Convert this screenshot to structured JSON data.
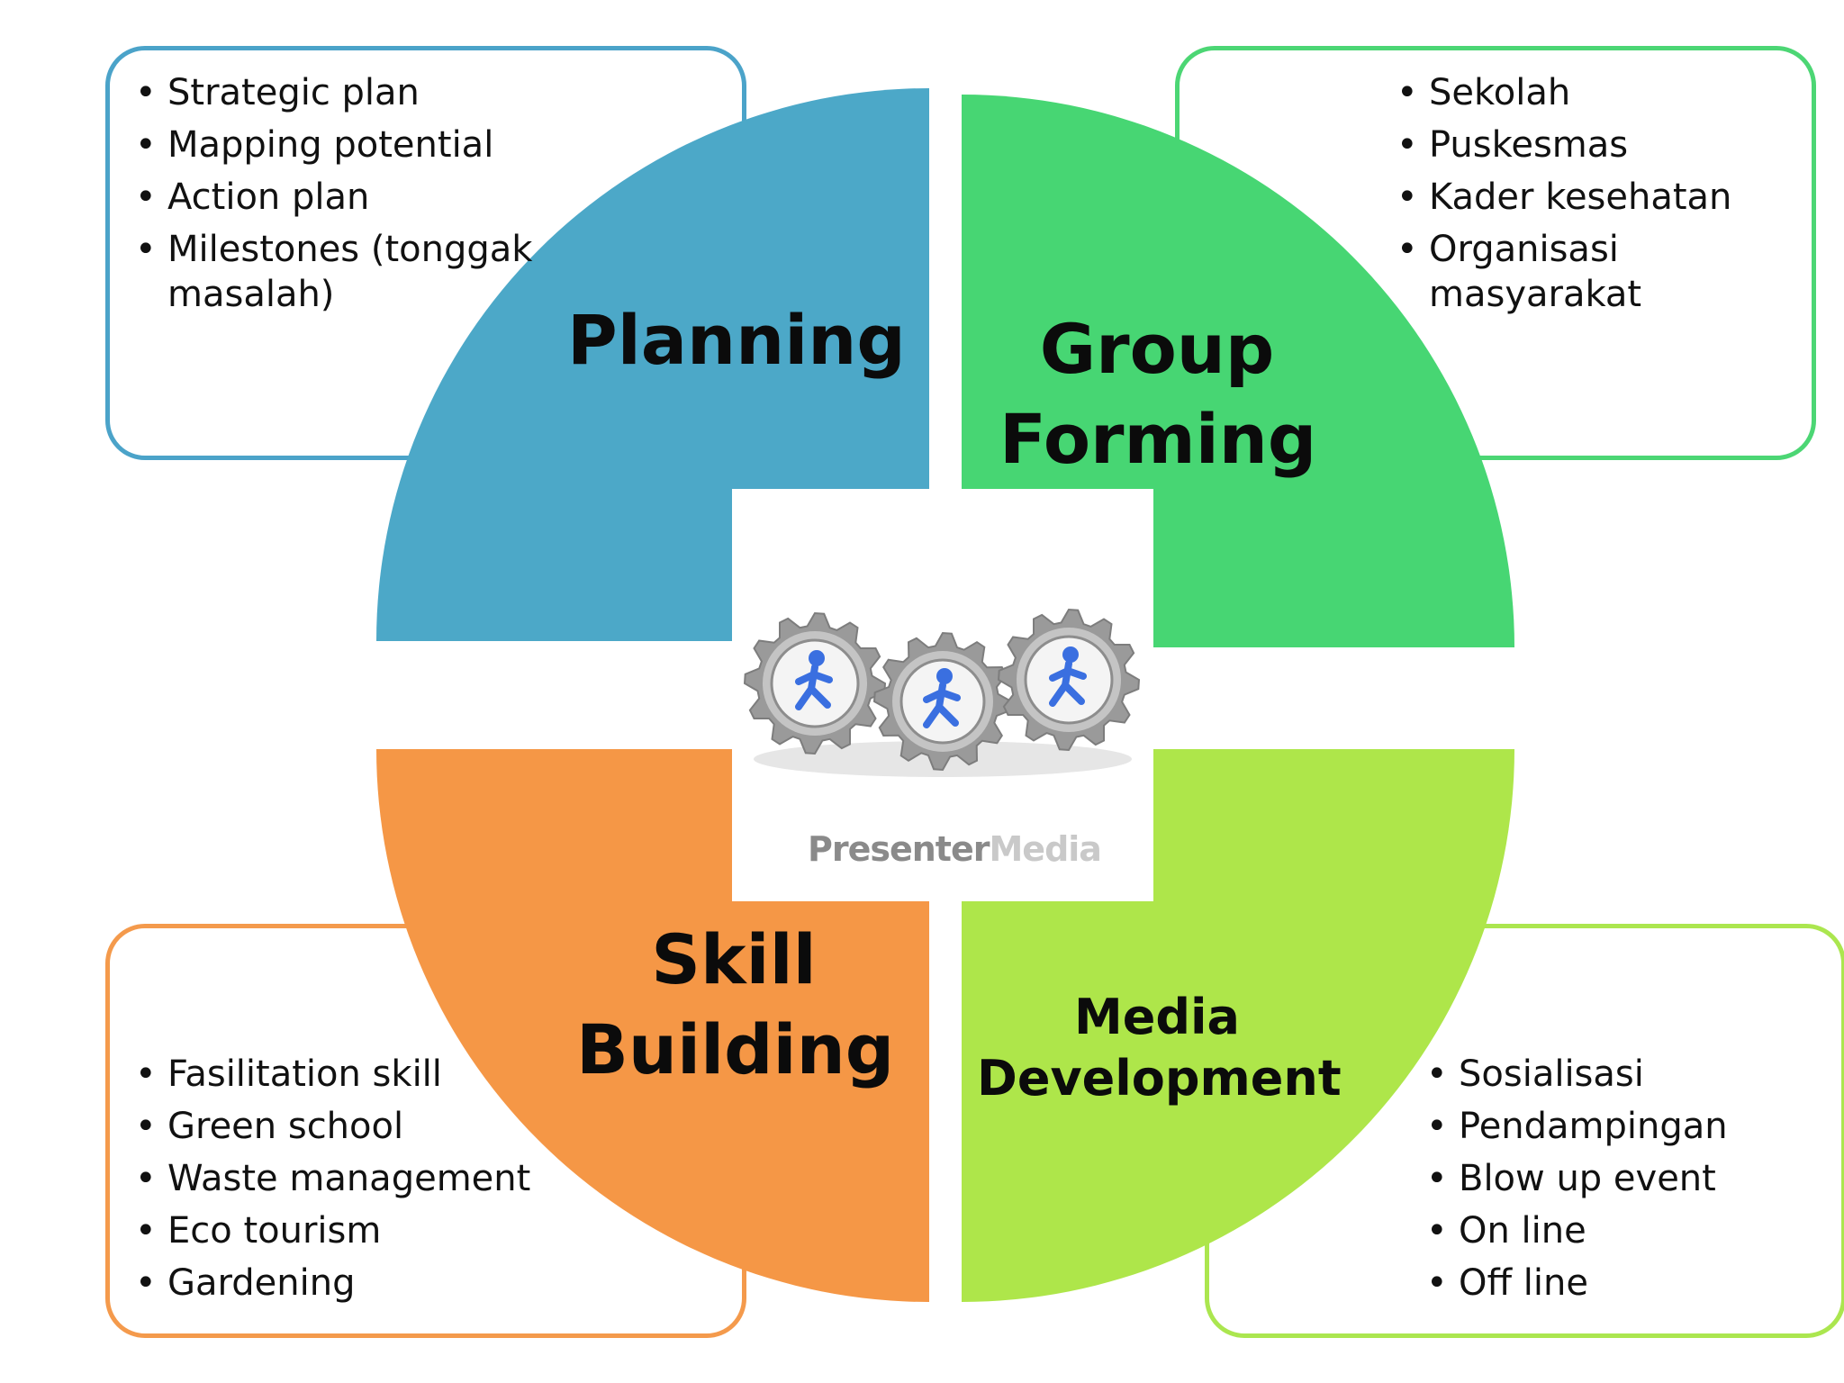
{
  "diagram": {
    "quadrants": [
      {
        "id": "planning",
        "title_lines": [
          "Planning"
        ],
        "color": "#4ca8c8",
        "border_color": "#4ba3c9",
        "items": [
          "Strategic plan",
          "Mapping potential",
          "Action plan",
          "Milestones (tonggak masalah)"
        ]
      },
      {
        "id": "group-forming",
        "title_lines": [
          "Group",
          "Forming"
        ],
        "color": "#47d673",
        "border_color": "#4cd674",
        "items": [
          "Sekolah",
          "Puskesmas",
          "Kader kesehatan",
          "Organisasi masyarakat"
        ]
      },
      {
        "id": "skill-building",
        "title_lines": [
          "Skill",
          "Building"
        ],
        "color": "#f59746",
        "border_color": "#f49a4c",
        "items": [
          "Fasilitation skill",
          "Green school",
          "Waste management",
          "Eco tourism",
          "Gardening"
        ]
      },
      {
        "id": "media-development",
        "title_lines": [
          "Media",
          "Development"
        ],
        "color": "#aee64a",
        "border_color": "#abe64f",
        "items": [
          "Sosialisasi",
          "Pendampingan",
          "Blow up event",
          "On line",
          "Off line"
        ]
      }
    ],
    "center_logo": {
      "part1": "Presenter",
      "part2": "Media"
    },
    "gear_color": "#9a9a9a",
    "figure_color": "#3a6fe0"
  }
}
